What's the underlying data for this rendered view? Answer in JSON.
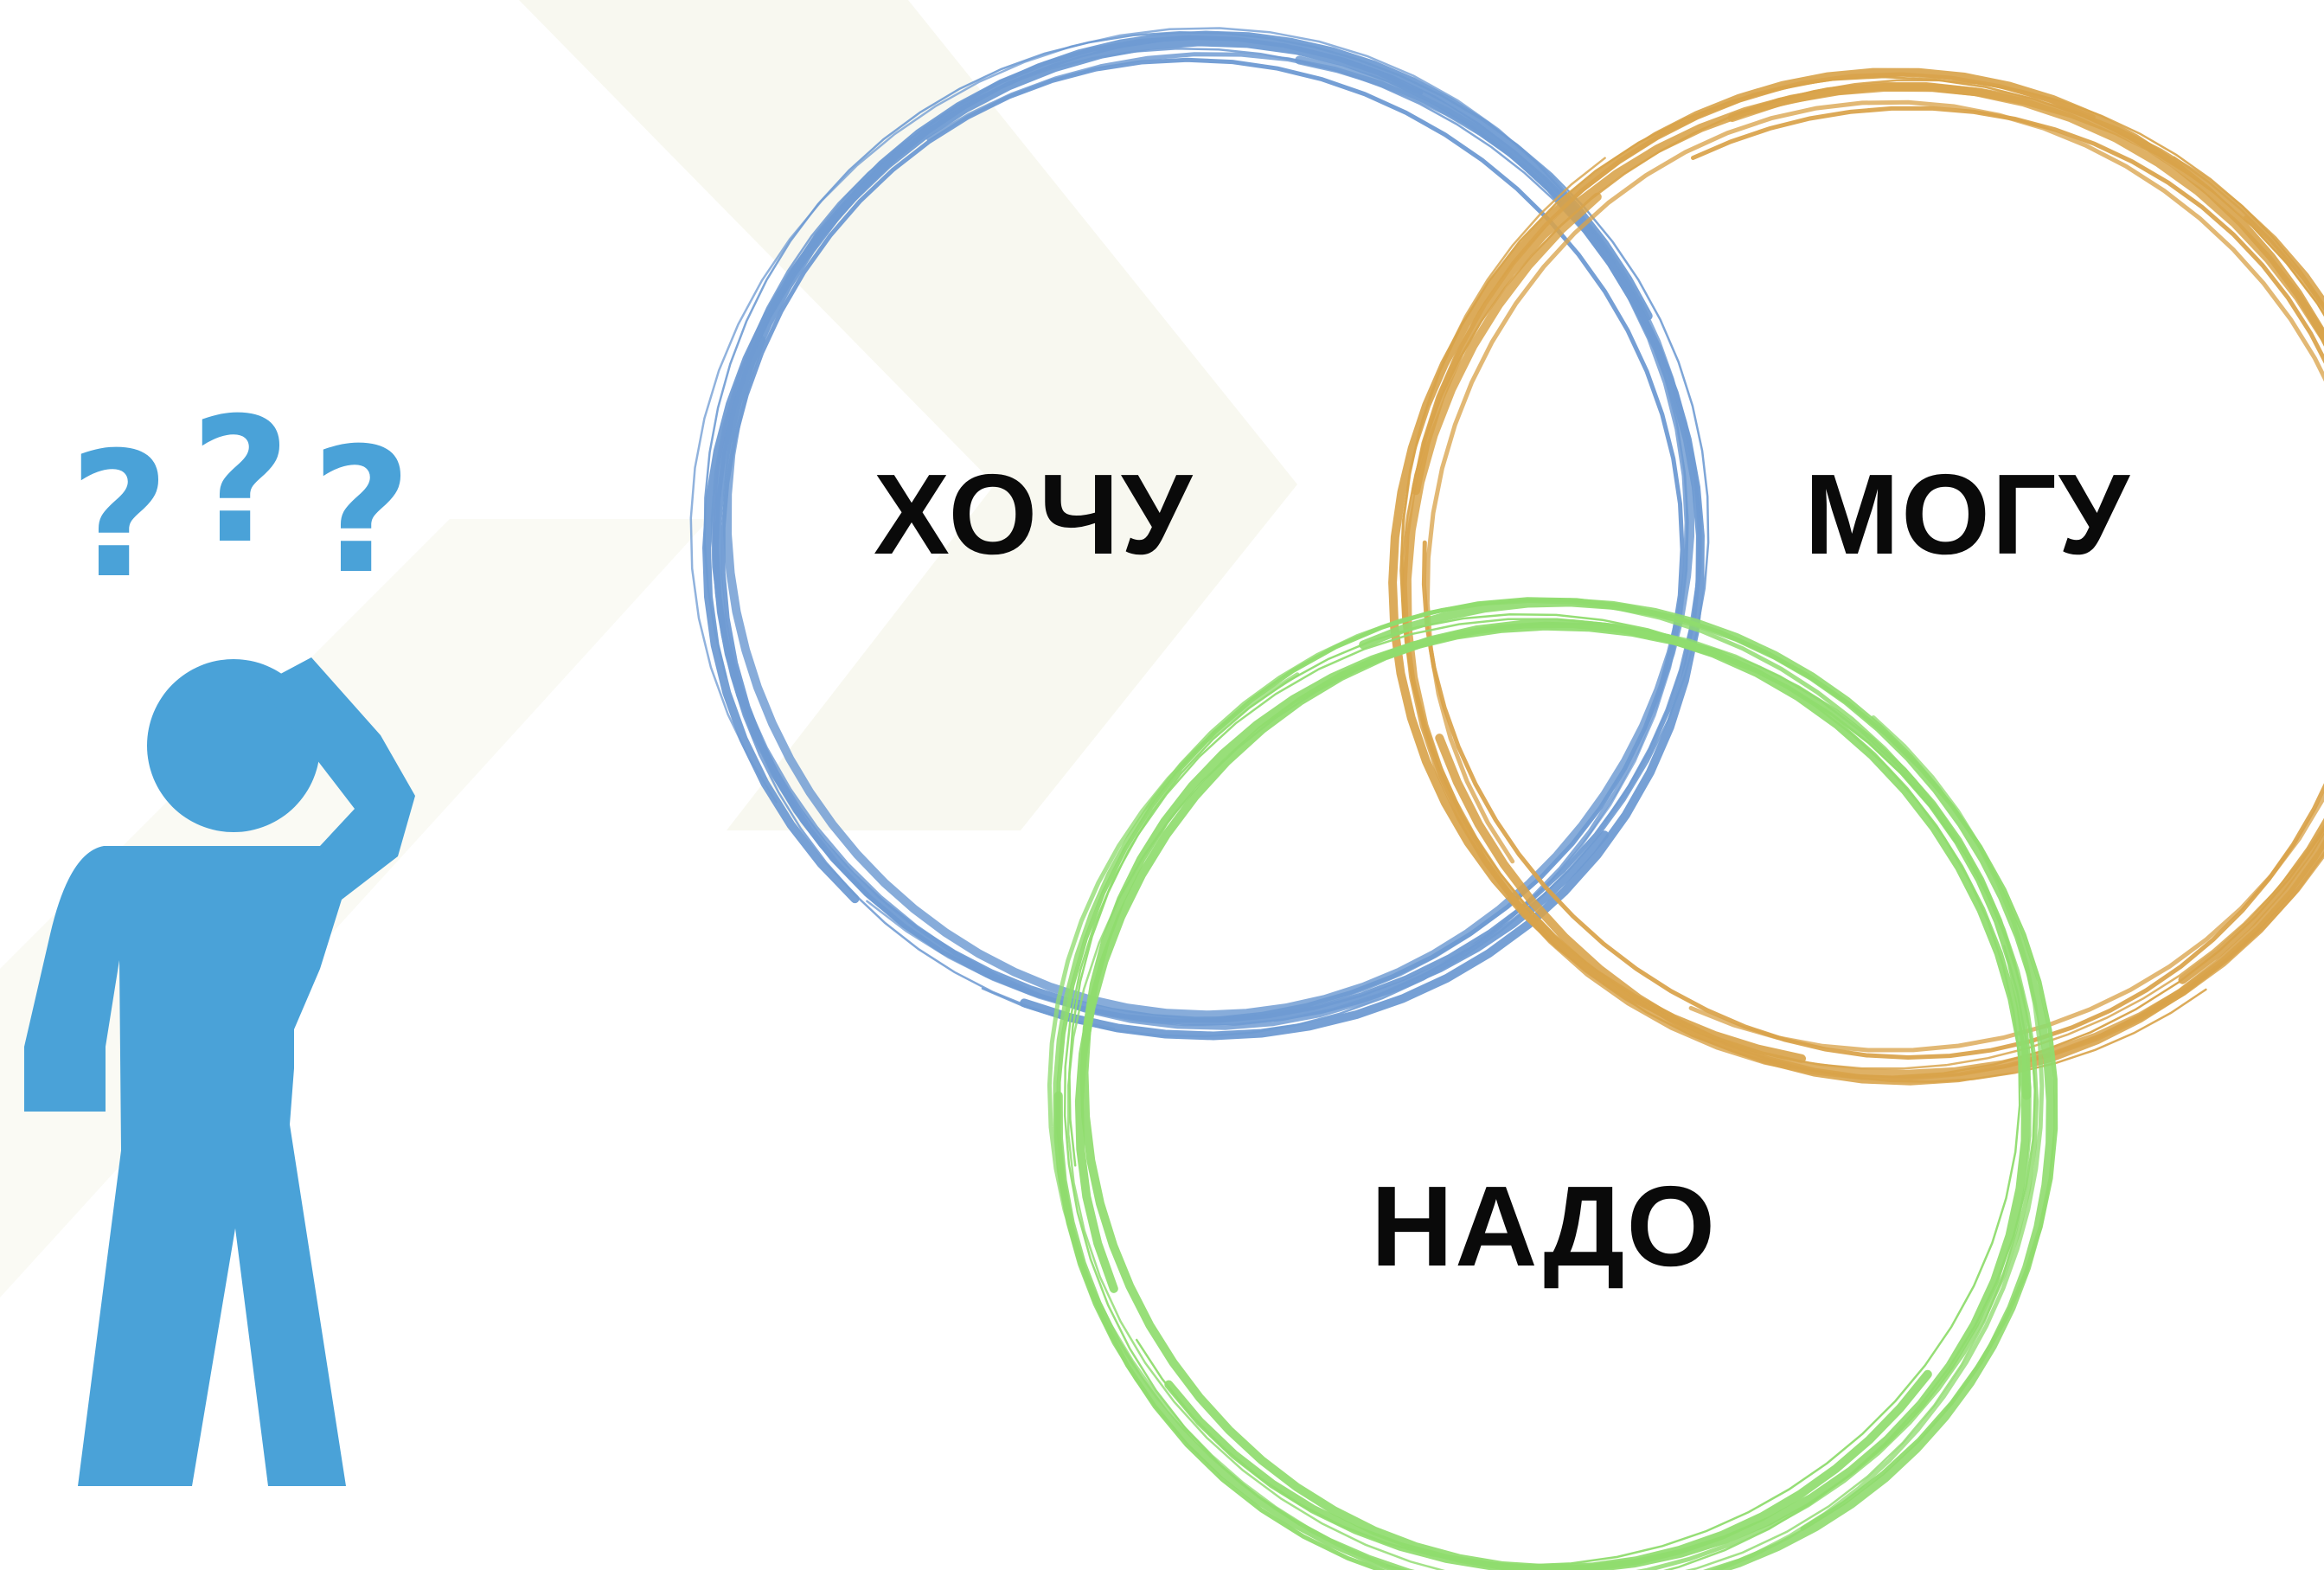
{
  "colors": {
    "background": "#ffffff",
    "watermark": "#f8f8f0",
    "figure": "#4aa2d8",
    "want": "#6f9bd3",
    "can": "#d9a34a",
    "need": "#8fdc6e",
    "label": "#0a0a0a"
  },
  "figure": {
    "icon": "confused-person-icon",
    "question_marks": [
      "?",
      "?",
      "?"
    ]
  },
  "circles": [
    {
      "id": "want",
      "label": "ХОЧУ"
    },
    {
      "id": "can",
      "label": "МОГУ"
    },
    {
      "id": "need",
      "label": "НАДО"
    }
  ]
}
